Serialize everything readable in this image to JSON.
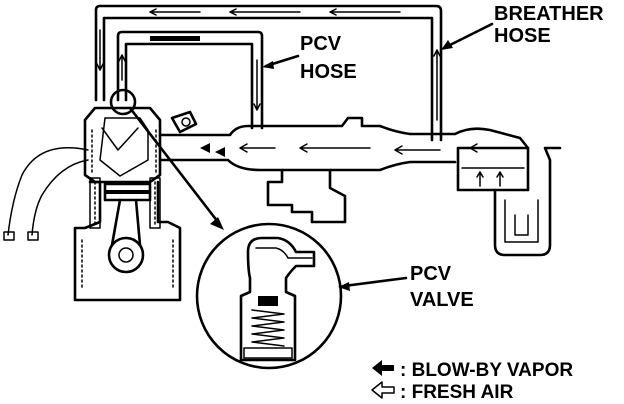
{
  "labels": {
    "breather_hose": [
      "BREATHER",
      "HOSE"
    ],
    "pcv_hose": [
      "PCV",
      "HOSE"
    ],
    "pcv_valve": [
      "PCV",
      "VALVE"
    ]
  },
  "legend": {
    "blow_by": ": BLOW-BY VAPOR",
    "fresh_air": ": FRESH AIR"
  }
}
